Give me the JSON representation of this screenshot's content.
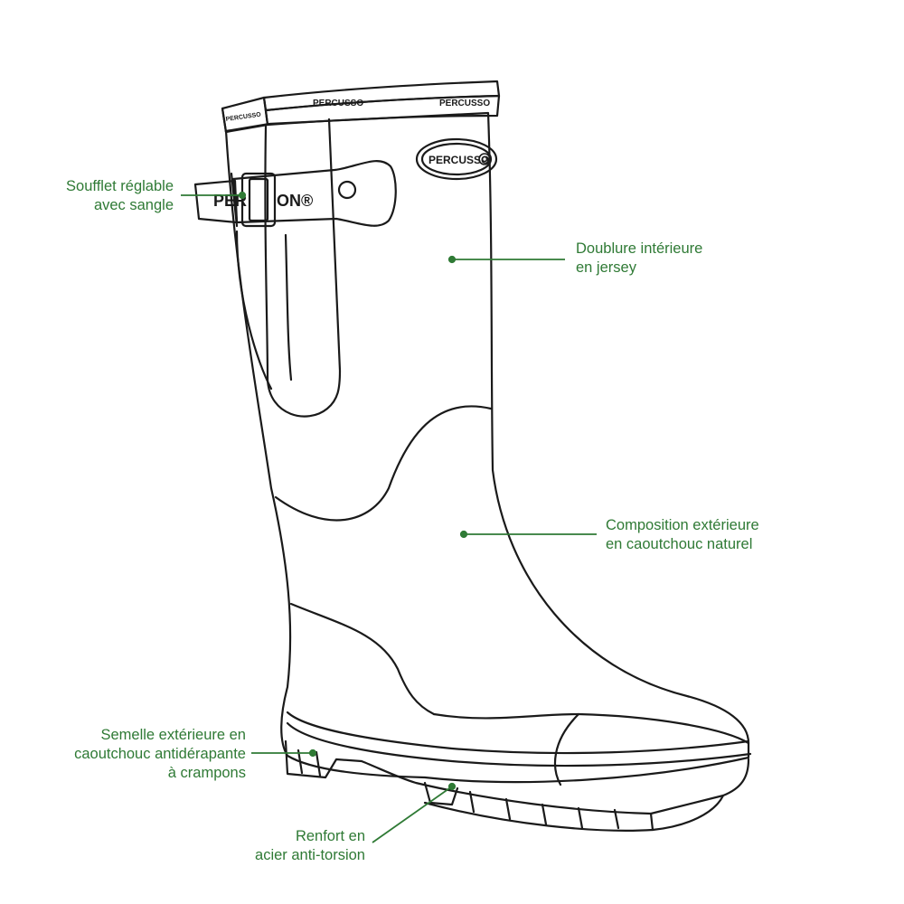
{
  "brand": {
    "collar_text": "PERCUSSO",
    "badge_text": "PERCUSSO",
    "strap_text_left": "PER",
    "strap_text_right": "ON®"
  },
  "callouts": {
    "gusset": {
      "line1": "Soufflet réglable",
      "line2": "avec sangle"
    },
    "lining": {
      "line1": "Doublure intérieure",
      "line2": "en jersey"
    },
    "outer": {
      "line1": "Composition extérieure",
      "line2": "en caoutchouc naturel"
    },
    "sole": {
      "line1": "Semelle extérieure en",
      "line2": "caoutchouc antidérapante",
      "line3": "à crampons"
    },
    "shank": {
      "line1": "Renfort en",
      "line2": "acier anti-torsion"
    }
  },
  "colors": {
    "accent": "#2f7a35",
    "outline": "#1a1a1a",
    "background": "#ffffff"
  },
  "icons": {
    "logo": "target-ring-icon"
  }
}
